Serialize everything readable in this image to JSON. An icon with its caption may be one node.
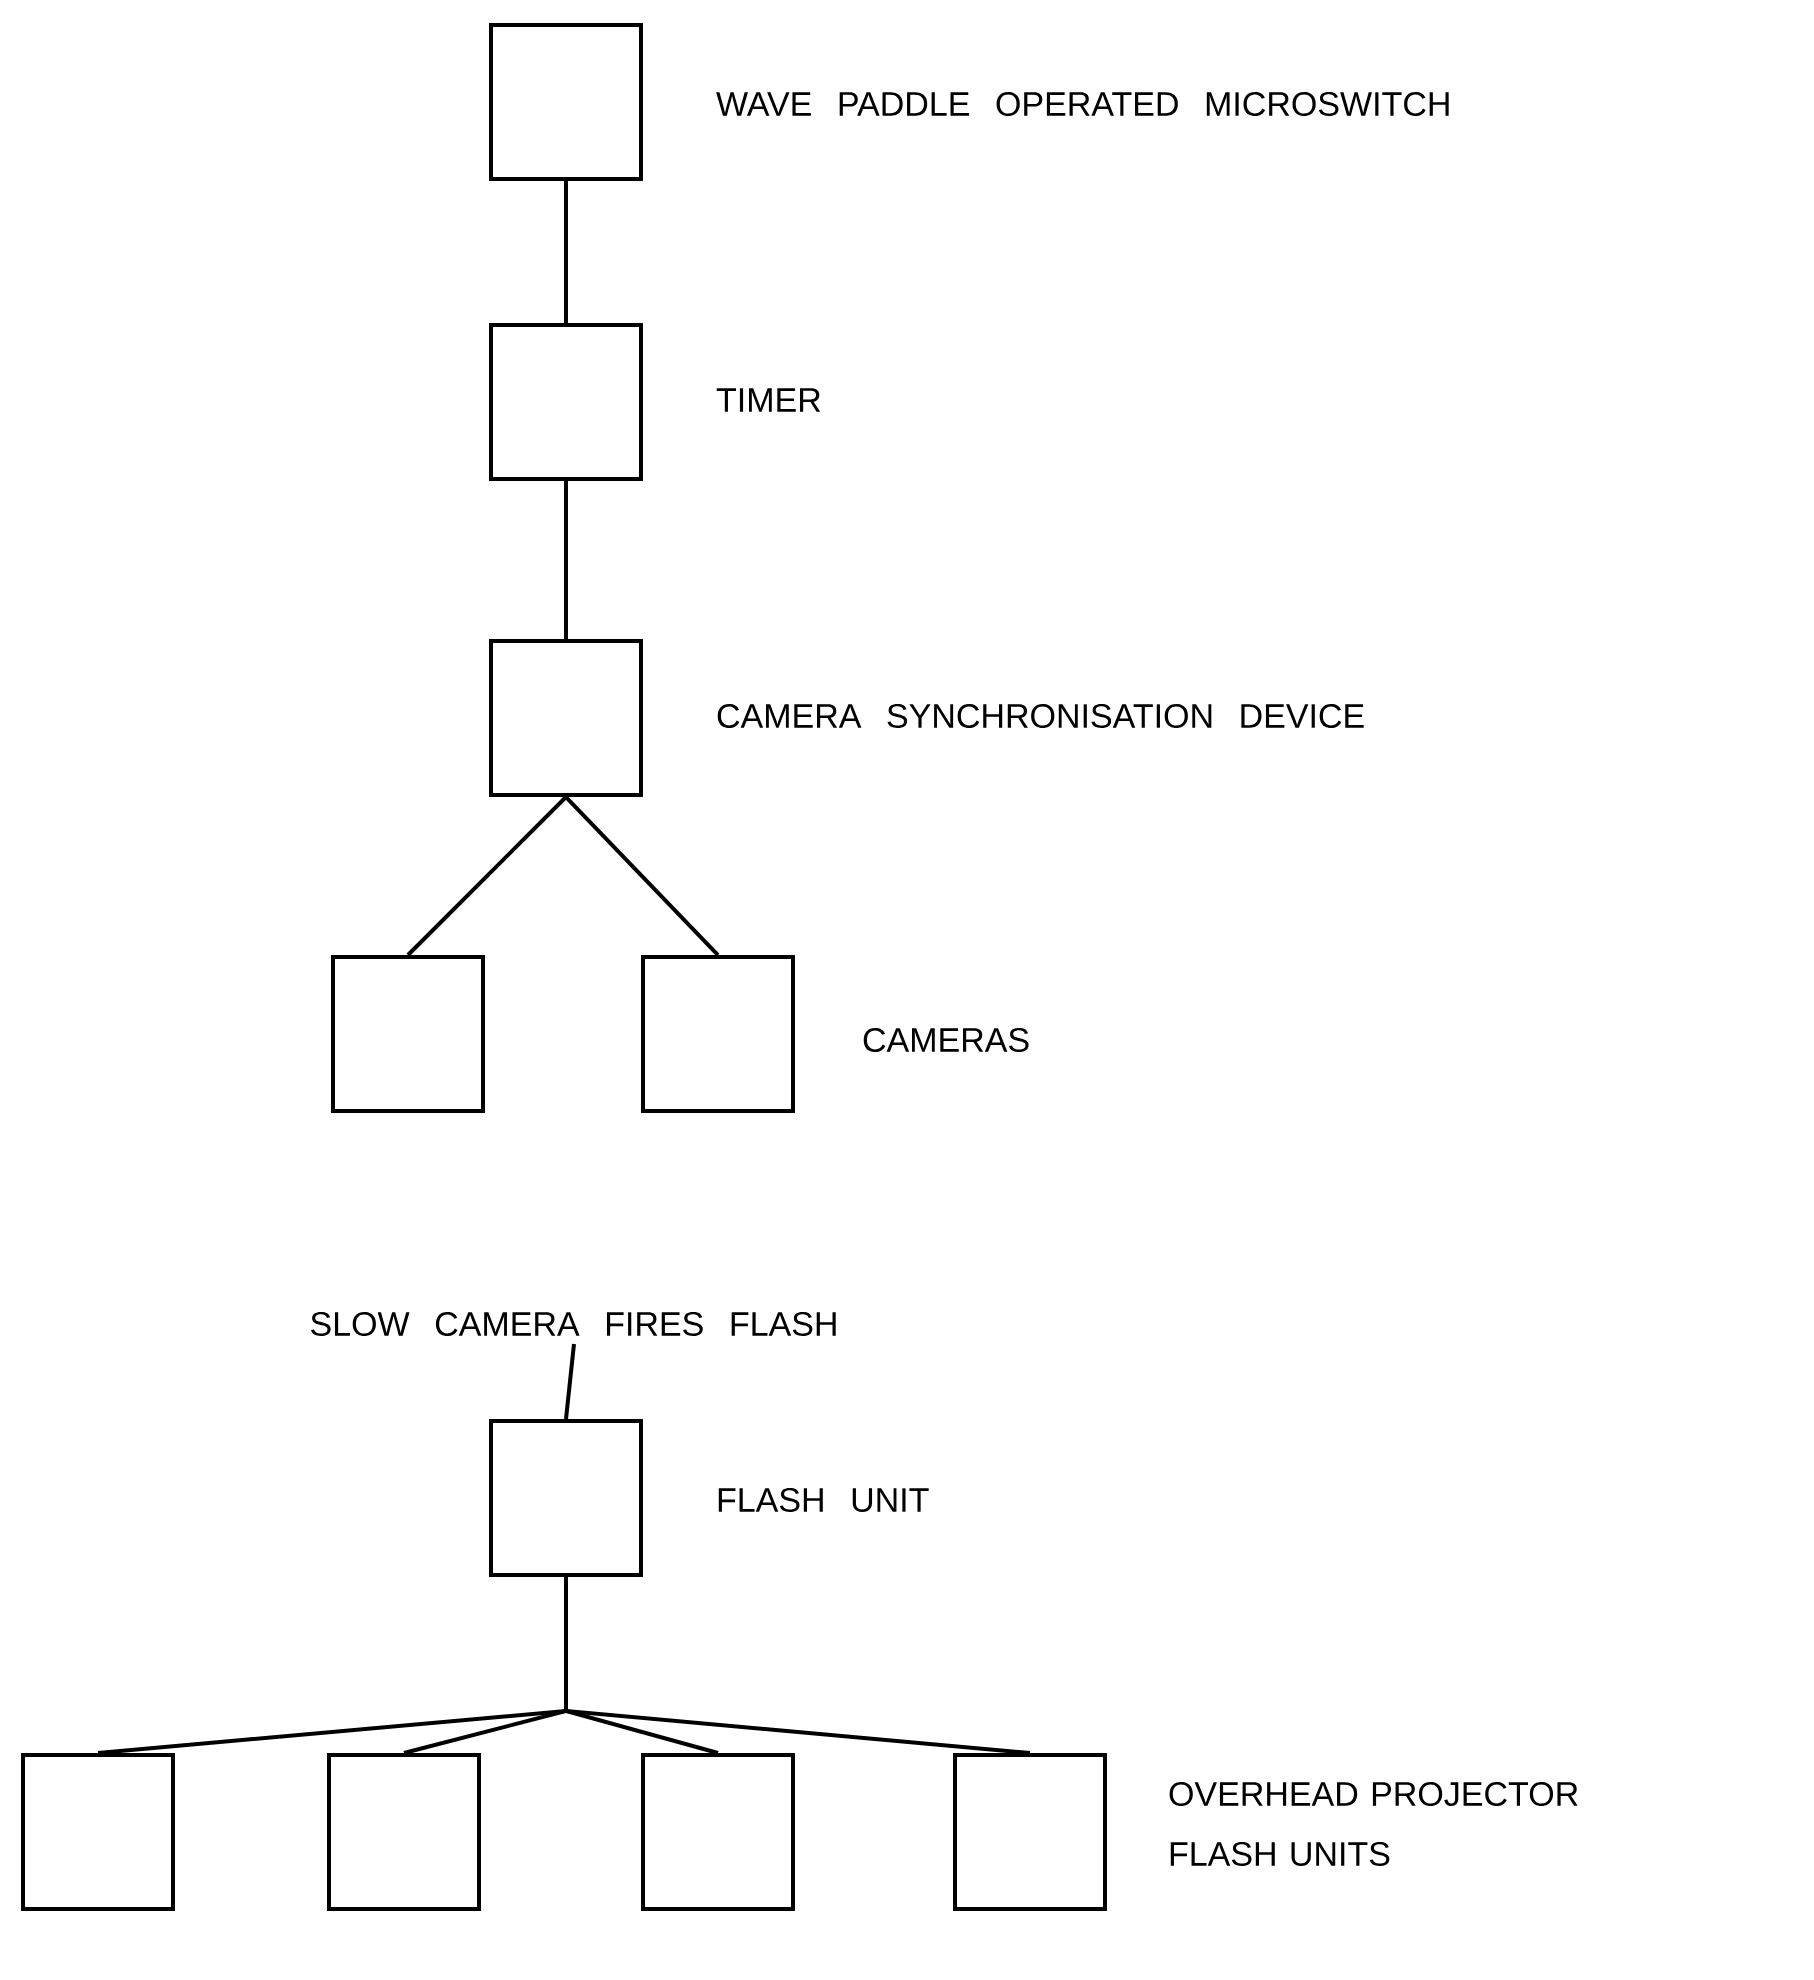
{
  "diagram": {
    "nodes": [
      {
        "text": [],
        "shape": "box",
        "beside": [
          "WAVE PADDLE OPERATED MICROSWITCH"
        ]
      },
      {
        "text": [],
        "shape": "box",
        "beside": [
          "TIMER"
        ]
      },
      {
        "text": [],
        "shape": "box",
        "beside": [
          "CAMERA SYNCHRONISATION DEVICE"
        ]
      },
      {
        "text": [],
        "shape": "box"
      },
      {
        "text": [],
        "shape": "box",
        "beside": [
          "CAMERAS"
        ]
      },
      {
        "text": [
          "SLOW CAMERA FIRES FLASH"
        ]
      },
      {
        "text": [],
        "shape": "box",
        "beside": [
          "FLASH UNIT"
        ]
      },
      {
        "text": [],
        "shape": "box"
      },
      {
        "text": [],
        "shape": "box"
      },
      {
        "text": [],
        "shape": "box"
      },
      {
        "text": [],
        "shape": "box",
        "beside": [
          "OVERHEAD PROJECTOR FLASH UNITS"
        ]
      }
    ],
    "edges": [
      {
        "from": 0,
        "to": 1,
        "arrow": "none"
      },
      {
        "from": 1,
        "to": 2,
        "arrow": "none"
      },
      {
        "from": 2,
        "to": 3,
        "arrow": "none"
      },
      {
        "from": 2,
        "to": 4,
        "arrow": "none"
      },
      {
        "from": 5,
        "to": 6,
        "arrow": "none"
      },
      {
        "from": 6,
        "to": 7,
        "arrow": "none"
      },
      {
        "from": 6,
        "to": 8,
        "arrow": "none"
      },
      {
        "from": 6,
        "to": 9,
        "arrow": "none"
      },
      {
        "from": 6,
        "to": 10,
        "arrow": "none"
      }
    ]
  }
}
